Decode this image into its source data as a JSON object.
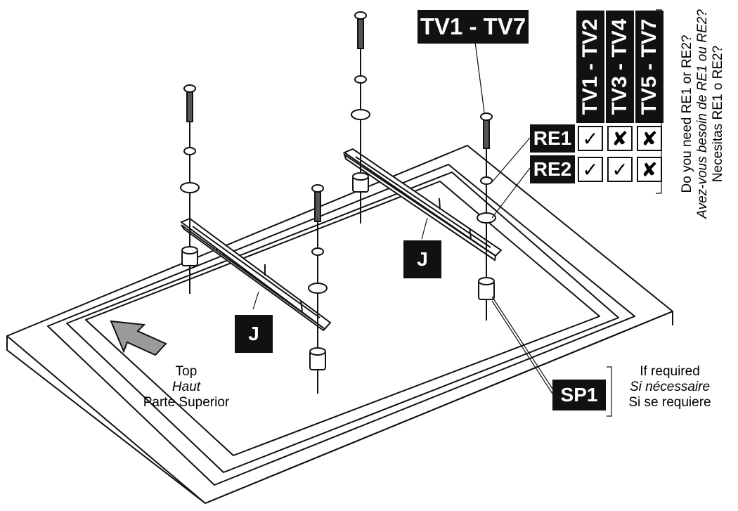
{
  "labels": {
    "bracket": "J",
    "tv_range": "TV1 - TV7",
    "spacer": "SP1",
    "top": "Top",
    "top_fr": "Haut",
    "top_es": "Parte Superior",
    "if_required": "If required",
    "if_required_fr": "Si nécessaire",
    "if_required_es": "Si se requiere"
  },
  "table": {
    "columns": [
      "TV1 - TV2",
      "TV3 - TV4",
      "TV5 - TV7"
    ],
    "rows": [
      {
        "label": "RE1",
        "marks": [
          "check",
          "cross",
          "cross"
        ]
      },
      {
        "label": "RE2",
        "marks": [
          "check",
          "check",
          "cross"
        ]
      }
    ]
  },
  "question": {
    "en": "Do you need RE1 or RE2?",
    "fr": "Avez-vous besoin de RE1 ou RE2?",
    "es": "Necesitas RE1 o RE2?"
  },
  "icons": {
    "check": "✓",
    "cross": "✘",
    "top_arrow": "arrow-icon"
  }
}
